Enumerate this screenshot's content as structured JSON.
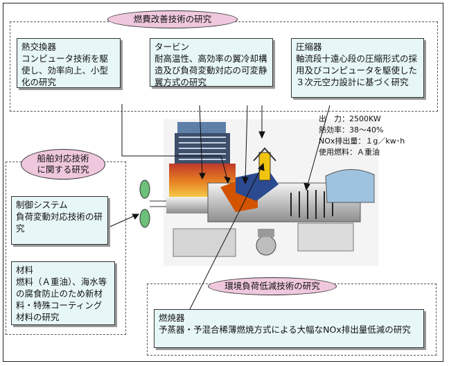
{
  "fuel": {
    "title": "燃費改善技術の研究",
    "heat_exchanger": {
      "title": "熱交換器",
      "body": "コンピュータ技術を駆使し、効率向上、小型化の研究"
    },
    "turbine": {
      "title": "タービン",
      "body": "耐高温性、高効率の翼冷却構造及び負荷変動対応の可変静翼方式の研究"
    },
    "compressor": {
      "title": "圧縮器",
      "body": "軸流段十遠心段の圧縮形式の採用及びコンピュータを駆使した３次元空力設計に基づく研究"
    }
  },
  "specs": {
    "output": "出　力：2500KW",
    "efficiency": "熱効率：38～40%",
    "nox": "NOx排出量：１g／kw･h",
    "fuel": "使用燃料：Ａ重油"
  },
  "marine": {
    "title_line1": "船舶対応技術",
    "title_line2": "に関する研究",
    "control": {
      "title": "制御システム",
      "body": "負荷変動対応技術の研究"
    },
    "material": {
      "title": "材料",
      "body": "燃料（Ａ重油）、海水等の腐食防止のため新材料・特殊コーティング材料の研究"
    }
  },
  "environment": {
    "title": "環境負荷低減技術の研究",
    "combustor": {
      "title": "燃焼器",
      "body": "予蒸器・予混合稀薄燃焼方式による大幅なNOx排出量低減の研究"
    }
  }
}
